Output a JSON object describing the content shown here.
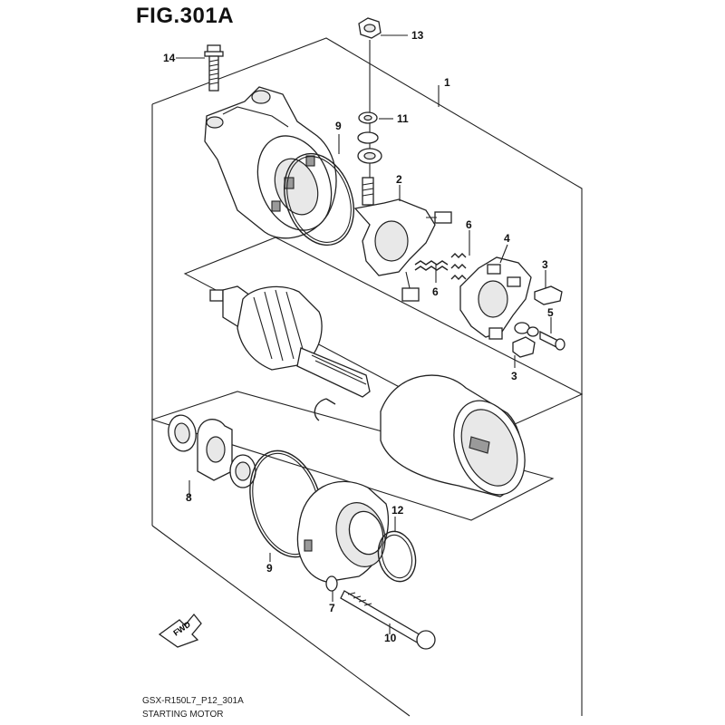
{
  "figure": {
    "title": "FIG.301A",
    "model_code": "GSX-R150L7_P12_301A",
    "assembly_name": "STARTING MOTOR",
    "fwd_label": "FWD"
  },
  "callouts": [
    "1",
    "2",
    "3",
    "3",
    "4",
    "5",
    "6",
    "6",
    "7",
    "8",
    "9",
    "9",
    "10",
    "11",
    "12",
    "13",
    "14"
  ]
}
